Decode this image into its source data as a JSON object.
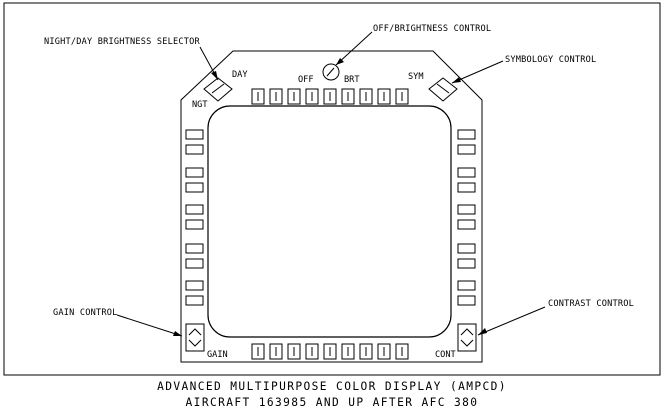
{
  "callouts": {
    "night_day": "NIGHT/DAY BRIGHTNESS SELECTOR",
    "off_brt": "OFF/BRIGHTNESS CONTROL",
    "symbology": "SYMBOLOGY CONTROL",
    "gain": "GAIN CONTROL",
    "contrast": "CONTRAST CONTROL"
  },
  "panel": {
    "day": "DAY",
    "ngt": "NGT",
    "off": "OFF",
    "brt": "BRT",
    "sym": "SYM",
    "gain": "GAIN",
    "cont": "CONT"
  },
  "caption": {
    "line1": "ADVANCED MULTIPURPOSE COLOR DISPLAY (AMPCD)",
    "line2": "AIRCRAFT 163985 AND UP AFTER AFC 380"
  },
  "colors": {
    "line": "#000000",
    "background": "#ffffff"
  }
}
